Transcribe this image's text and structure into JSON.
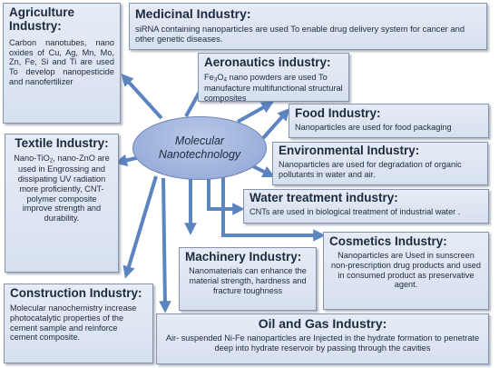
{
  "center": {
    "line1": "Molecular",
    "line2": "Nanotechnology"
  },
  "boxes": {
    "agriculture": {
      "title_line1": "Agriculture",
      "title_line2": "Industry:",
      "body": "Carbon nanotubes, nano oxides of Cu, Ag, Mn, Mo, Zn, Fe, Si and Ti are used To develop nanopesticide and nanofertilizer"
    },
    "medicinal": {
      "title": "Medicinal Industry:",
      "body": "siRNA containing nanoparticles are used To enable drug delivery system for cancer and other genetic diseases."
    },
    "aeronautics": {
      "title": "Aeronautics industry:",
      "body_prefix": "Fe",
      "body_sub1": "3",
      "body_mid": "O",
      "body_sub2": "4",
      "body_suffix": " nano powders are used To manufacture multifunctional structural composites"
    },
    "food": {
      "title": "Food Industry:",
      "body": "Nanoparticles are used for food packaging"
    },
    "environmental": {
      "title": "Environmental Industry:",
      "body": "Nanoparticles are used for degradation of organic pollutants in water and air."
    },
    "water": {
      "title": "Water treatment industry:",
      "body": "CNTs are used in biological treatment of industrial water ."
    },
    "textile": {
      "title": "Textile Industry:",
      "body_a": "Nano-TiO",
      "body_sub1": "2",
      "body_b": ", nano-ZnO",
      "body_c": "are used in Engrossing and dissipating UV radiation more proficiently, CNT-polymer composite improve strength and durability."
    },
    "machinery": {
      "title": "Machinery Industry:",
      "body": "Nanomaterials can enhance the material strength, hardness and fracture toughness"
    },
    "cosmetics": {
      "title": "Cosmetics Industry:",
      "body": "Nanoparticles are Used in sunscreen non-prescription drug products and used in consumed product as preservative agent."
    },
    "construction": {
      "title": "Construction Industry:",
      "body": "Molecular nanochemistry increase photocatalytic properties of the cement sample and reinforce cement composite."
    },
    "oil_gas": {
      "title": "Oil and Gas Industry:",
      "body": "Air- suspended Ni-Fe nanoparticles are Injected in the hydrate formation to penetrate deep into hydrate reservoir by passing through the cavities"
    }
  },
  "colors": {
    "arrow": "#5b84c0",
    "box_fill": "#dde4f2",
    "box_border": "#8494ad",
    "ellipse": "#9fb3dc"
  }
}
